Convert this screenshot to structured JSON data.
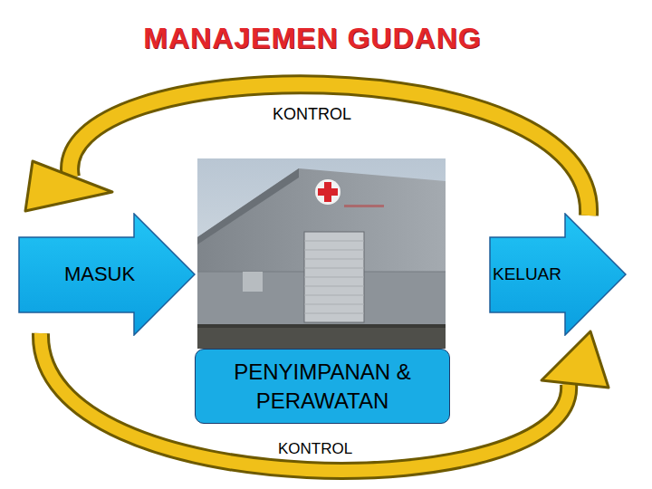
{
  "diagram": {
    "title": "MANAJEMEN GUDANG",
    "nodes": [
      {
        "text": [
          "MASUK"
        ]
      },
      {
        "text": [
          "KELUAR"
        ]
      },
      {
        "text": [
          "PENYIMPANAN & PERAWATAN"
        ]
      }
    ],
    "labels": [
      "KONTROL",
      "KONTROL"
    ]
  }
}
